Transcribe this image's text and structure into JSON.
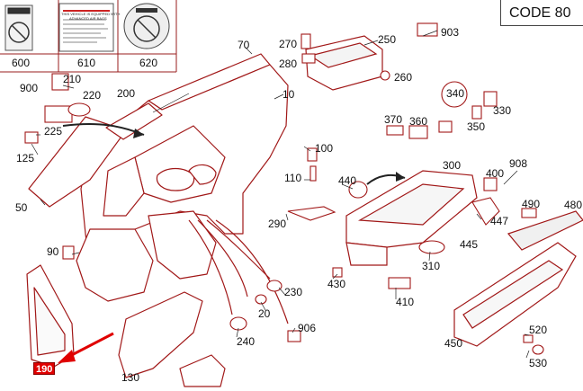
{
  "code_box": {
    "label": "CODE 80"
  },
  "inset_labels": [
    "600",
    "610",
    "620"
  ],
  "warning_card_lines": [
    "THIS VEHICLE IS EQUIPPED WITH",
    "ADVANCED AIR BAGS"
  ],
  "highlight_label": "190",
  "part_labels": {
    "p70": "70",
    "p270": "270",
    "p280": "280",
    "p250": "250",
    "p903": "903",
    "p260": "260",
    "p900": "900",
    "p210": "210",
    "p220": "220",
    "p200": "200",
    "p10": "10",
    "p340": "340",
    "p330": "330",
    "p350": "350",
    "p370": "370",
    "p360": "360",
    "p225": "225",
    "p125": "125",
    "p100": "100",
    "p300": "300",
    "p400": "400",
    "p908": "908",
    "p110": "110",
    "p440": "440",
    "p50": "50",
    "p490": "490",
    "p480": "480",
    "p447": "447",
    "p290": "290",
    "p445": "445",
    "p90": "90",
    "p310": "310",
    "p430": "430",
    "p230": "230",
    "p410": "410",
    "p20": "20",
    "p906": "906",
    "p450": "450",
    "p520": "520",
    "p240": "240",
    "p530": "530",
    "p130": "130"
  },
  "colors": {
    "line": "#a11818",
    "highlight": "#e00000",
    "arrow": "#e00000"
  }
}
